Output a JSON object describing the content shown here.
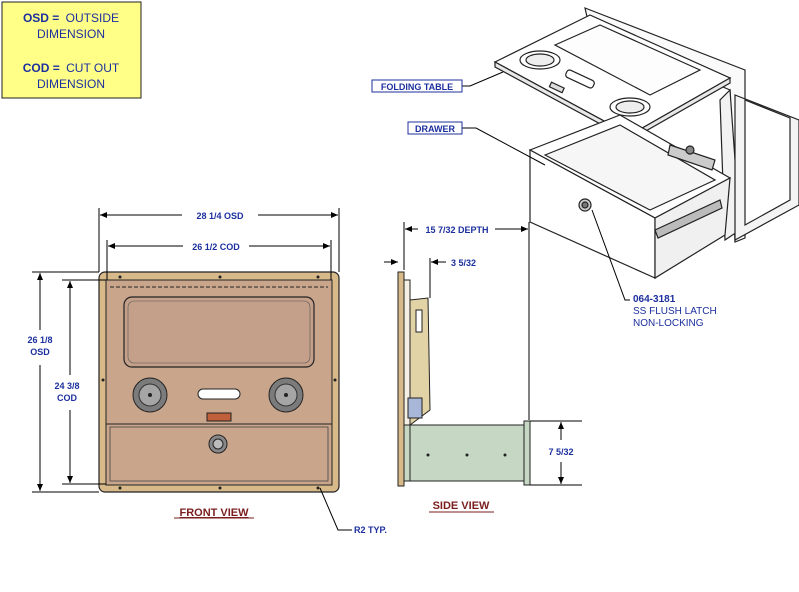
{
  "legend": {
    "osd_abbr": "OSD =",
    "osd_line1": "OUTSIDE",
    "osd_line2": "DIMENSION",
    "cod_abbr": "COD =",
    "cod_line1": "CUT OUT",
    "cod_line2": "DIMENSION"
  },
  "callouts": {
    "folding_table": "FOLDING TABLE",
    "drawer": "DRAWER",
    "latch_part": "064-3181",
    "latch_desc1": "SS FLUSH LATCH",
    "latch_desc2": "NON-LOCKING",
    "radius": "R2 TYP."
  },
  "dimensions": {
    "width_osd": "28 1/4 OSD",
    "width_cod": "26 1/2 COD",
    "height_osd_value": "26 1/8",
    "height_osd_unit": "OSD",
    "height_cod_value": "24 3/8",
    "height_cod_unit": "COD",
    "depth": "15 7/32 DEPTH",
    "offset": "3 5/32",
    "drawer_height": "7 5/32"
  },
  "views": {
    "front": "FRONT VIEW",
    "side": "SIDE VIEW"
  },
  "colors": {
    "frame": "#d8b98a",
    "panel": "#c9a58c",
    "drawer_side": "#c6d8c4",
    "text_blue": "#1c2f9e",
    "text_maroon": "#7a1e1e",
    "legend_fill": "#ffff88"
  }
}
